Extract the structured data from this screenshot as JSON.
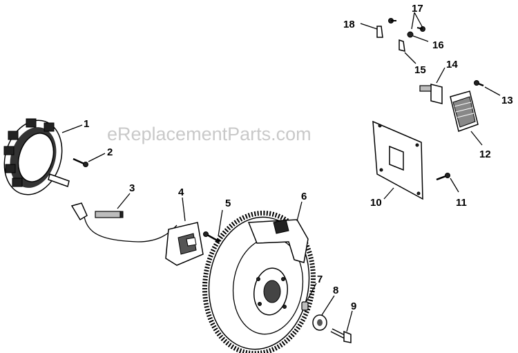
{
  "watermark": "eReplacementParts.com",
  "callouts": [
    {
      "id": "1",
      "text": "1"
    },
    {
      "id": "2",
      "text": "2"
    },
    {
      "id": "3",
      "text": "3"
    },
    {
      "id": "4",
      "text": "4"
    },
    {
      "id": "5",
      "text": "5"
    },
    {
      "id": "6",
      "text": "6"
    },
    {
      "id": "7",
      "text": "7"
    },
    {
      "id": "8",
      "text": "8"
    },
    {
      "id": "9",
      "text": "9"
    },
    {
      "id": "10",
      "text": "10"
    },
    {
      "id": "11",
      "text": "11"
    },
    {
      "id": "12",
      "text": "12"
    },
    {
      "id": "13",
      "text": "13"
    },
    {
      "id": "14",
      "text": "14"
    },
    {
      "id": "15",
      "text": "15"
    },
    {
      "id": "16",
      "text": "16"
    },
    {
      "id": "17",
      "text": "17"
    },
    {
      "id": "18",
      "text": "18"
    }
  ]
}
